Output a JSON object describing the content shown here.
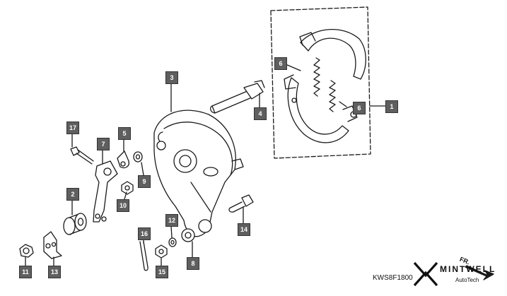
{
  "callouts": [
    {
      "id": "1",
      "label": "1"
    },
    {
      "id": "2",
      "label": "2"
    },
    {
      "id": "3",
      "label": "3"
    },
    {
      "id": "4",
      "label": "4"
    },
    {
      "id": "5",
      "label": "5"
    },
    {
      "id": "6a",
      "label": "6"
    },
    {
      "id": "6b",
      "label": "6"
    },
    {
      "id": "7",
      "label": "7"
    },
    {
      "id": "8",
      "label": "8"
    },
    {
      "id": "9",
      "label": "9"
    },
    {
      "id": "10",
      "label": "10"
    },
    {
      "id": "11",
      "label": "11"
    },
    {
      "id": "12",
      "label": "12"
    },
    {
      "id": "13",
      "label": "13"
    },
    {
      "id": "14",
      "label": "14"
    },
    {
      "id": "15",
      "label": "15"
    },
    {
      "id": "16",
      "label": "16"
    },
    {
      "id": "17",
      "label": "17"
    }
  ],
  "diagram_code": "KWS8F1800",
  "brand": {
    "name": "MINTWELL",
    "sub": "AutoTech",
    "fr_mark": "FR."
  },
  "colors": {
    "line": "#1a1a1a",
    "callout_bg": "#5f5f5f",
    "callout_text": "#ffffff"
  }
}
